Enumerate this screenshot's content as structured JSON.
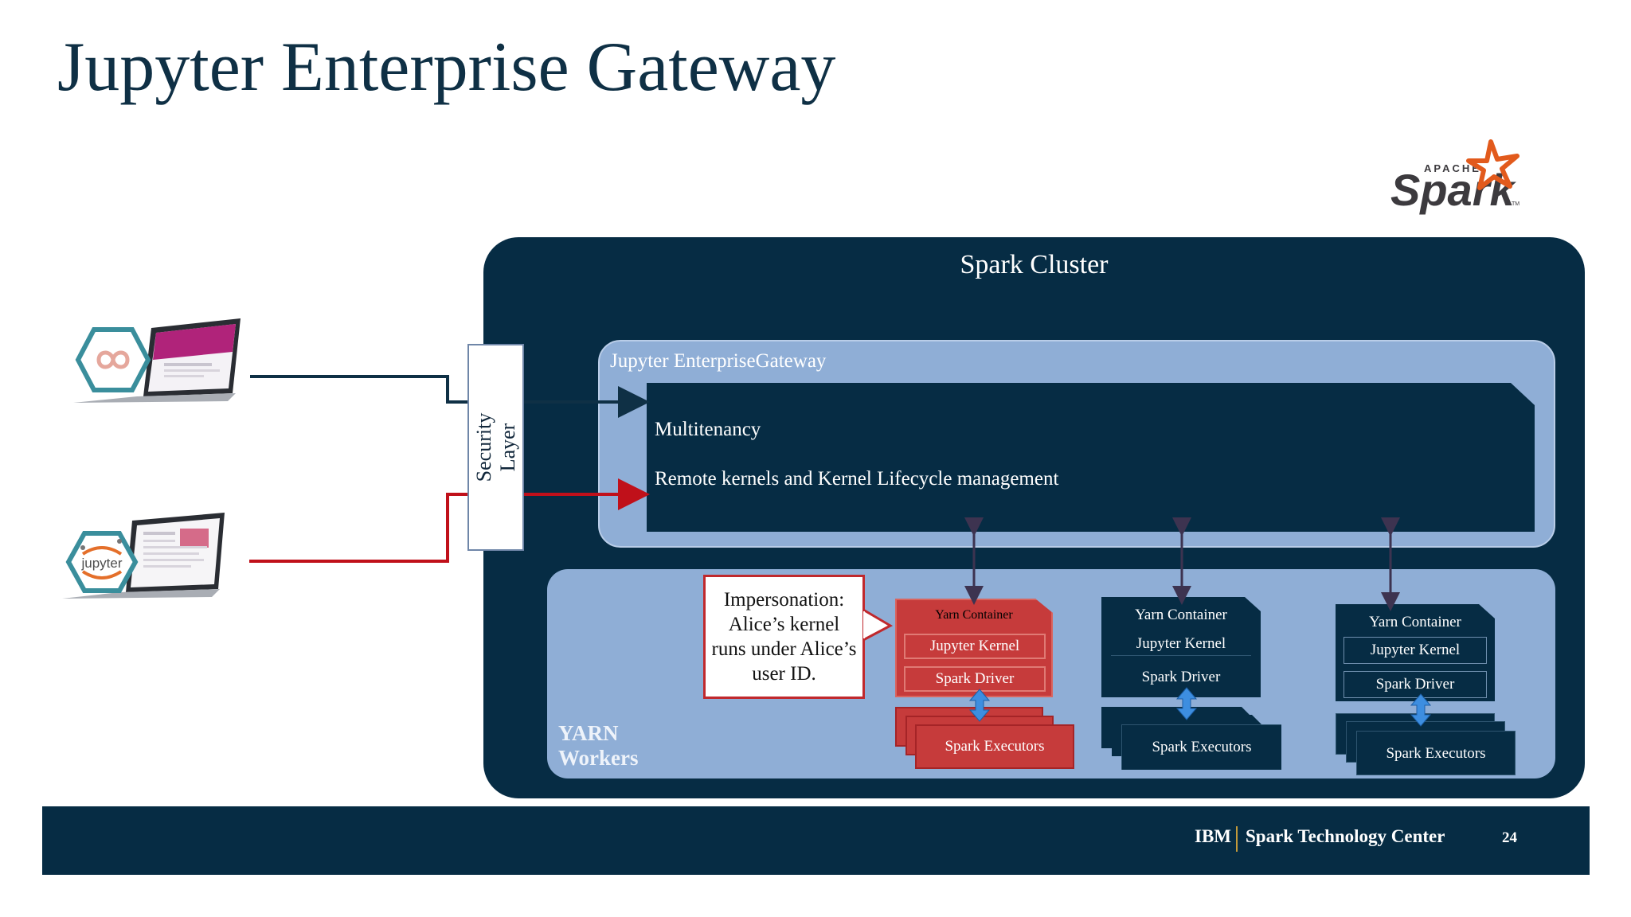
{
  "slide": {
    "title": "Jupyter Enterprise Gateway",
    "page_number": "24"
  },
  "spark_logo": {
    "top_text": "APACHE",
    "word": "Spark",
    "tm": "TM"
  },
  "cluster": {
    "title": "Spark Cluster",
    "gateway": {
      "label": "Jupyter EnterpriseGateway",
      "line1": "Multitenancy",
      "line2": "Remote kernels and Kernel Lifecycle management"
    },
    "security_layer": {
      "line1": "Security",
      "line2": "Layer"
    },
    "yarn": {
      "label_line1": "YARN",
      "label_line2": "Workers",
      "callout": {
        "line1": "Impersonation:",
        "line2": "Alice’s kernel",
        "line3": "runs under Alice’s",
        "line4": "user ID."
      },
      "containers": [
        {
          "title": "Yarn Container",
          "kernel": "Jupyter Kernel",
          "driver": "Spark Driver",
          "executors": "Spark Executors"
        },
        {
          "title": "Yarn Container",
          "kernel": "Jupyter Kernel",
          "driver": "Spark Driver",
          "executors": "Spark Executors"
        },
        {
          "title": "Yarn Container",
          "kernel": "Jupyter Kernel",
          "driver": "Spark Driver",
          "executors": "Spark Executors"
        }
      ]
    }
  },
  "clients": [
    {
      "logo_text": ""
    },
    {
      "logo_text": "jupyter"
    }
  ],
  "footer": {
    "ibm": "IBM",
    "center": "Spark Technology Center"
  },
  "colors": {
    "navy": "#062c44",
    "light_blue": "#8faed6",
    "red": "#c0292d",
    "teal": "#3a8e9c",
    "arrow_blue": "#3d8ee0",
    "spark_orange": "#e25a1c"
  }
}
